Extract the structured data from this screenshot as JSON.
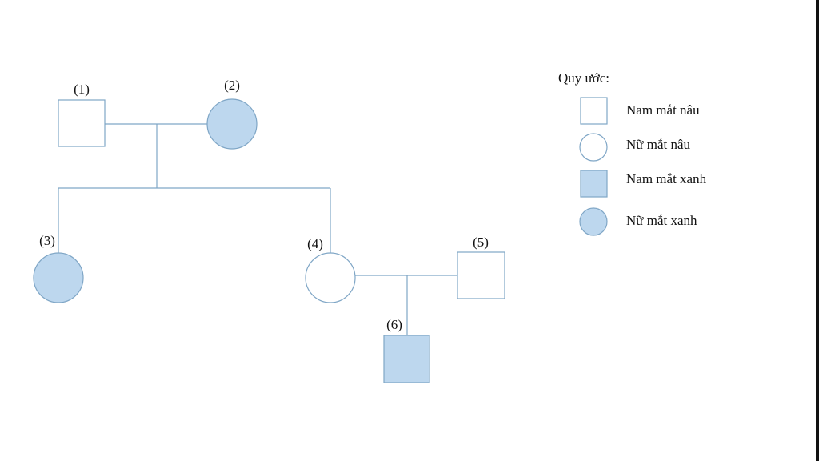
{
  "colors": {
    "line": "#7fa6c6",
    "fill_blue": "#bdd7ee",
    "fill_white": "#ffffff"
  },
  "individuals": [
    {
      "label": "(1)",
      "shape": "square",
      "filled": false
    },
    {
      "label": "(2)",
      "shape": "circle",
      "filled": true
    },
    {
      "label": "(3)",
      "shape": "circle",
      "filled": true
    },
    {
      "label": "(4)",
      "shape": "circle",
      "filled": false
    },
    {
      "label": "(5)",
      "shape": "square",
      "filled": false
    },
    {
      "label": "(6)",
      "shape": "square",
      "filled": true
    }
  ],
  "legend": {
    "title": "Quy ước:",
    "items": [
      {
        "shape": "square",
        "filled": false,
        "label": "Nam mắt nâu"
      },
      {
        "shape": "circle",
        "filled": false,
        "label": "Nữ mắt nâu"
      },
      {
        "shape": "square",
        "filled": true,
        "label": "Nam mắt xanh"
      },
      {
        "shape": "circle",
        "filled": true,
        "label": "Nữ mắt xanh"
      }
    ]
  }
}
